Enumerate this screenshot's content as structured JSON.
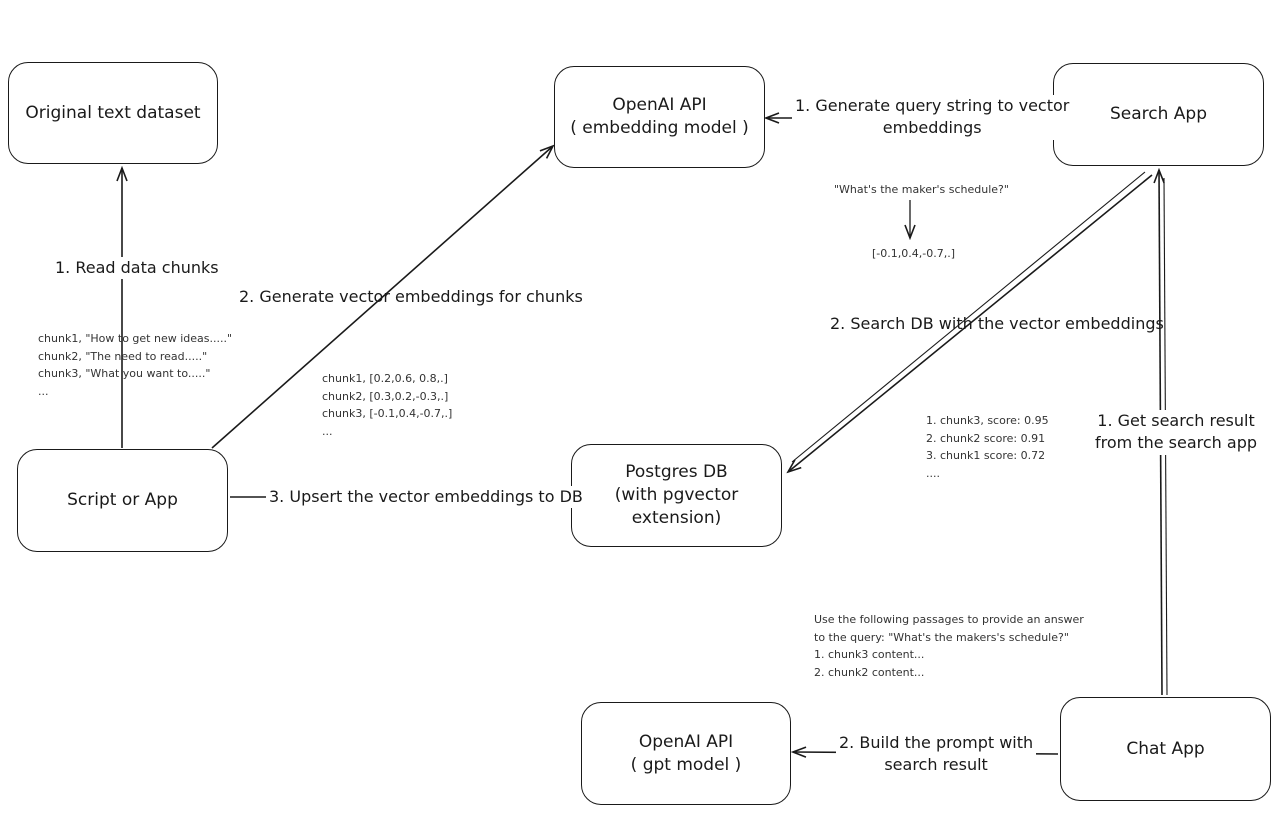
{
  "colors": {
    "stroke": "#1a1a1a",
    "note_text": "#333333",
    "background": "#ffffff"
  },
  "nodes": {
    "original_dataset": "Original text dataset",
    "script_app": "Script or App",
    "openai_embed": {
      "line1": "OpenAI API",
      "line2": "( embedding model )"
    },
    "postgres": {
      "line1": "Postgres DB",
      "line2": "(with pgvector extension)"
    },
    "search_app": "Search App",
    "chat_app": "Chat App",
    "openai_gpt": {
      "line1": "OpenAI API",
      "line2": "( gpt model )"
    }
  },
  "edge_labels": {
    "read_chunks": "1. Read data chunks",
    "generate_embeddings": "2. Generate vector embeddings for chunks",
    "upsert": "3. Upsert the vector embeddings  to DB",
    "generate_query": {
      "line1": "1. Generate query string to vector",
      "line2": "embeddings"
    },
    "search_db": "2. Search DB with the vector embeddings",
    "get_search_result": {
      "line1": "1. Get search result",
      "line2": "from the search app"
    },
    "build_prompt": {
      "line1": "2. Build the prompt with",
      "line2": "search result"
    }
  },
  "notes": {
    "chunks_text": [
      "chunk1, \"How to get new ideas.....\"",
      "chunk2, \"The need to read.....\"",
      "chunk3, \"What you want to.....\"",
      "..."
    ],
    "chunks_vectors": [
      "chunk1, [0.2,0.6, 0.8,.]",
      "chunk2, [0.3,0.2,-0.3,.]",
      "chunk3, [-0.1,0.4,-0.7,.]",
      "..."
    ],
    "query_example": "\"What's the maker's schedule?\"",
    "query_vector": "[-0.1,0.4,-0.7,.]",
    "scores": [
      "1. chunk3, score: 0.95",
      "2. chunk2 score: 0.91",
      "3. chunk1 score: 0.72",
      "...."
    ],
    "prompt": [
      "Use the following passages to provide an answer",
      "to the query: \"What's the makers's schedule?\"",
      "1. chunk3 content...",
      "2. chunk2 content..."
    ]
  }
}
